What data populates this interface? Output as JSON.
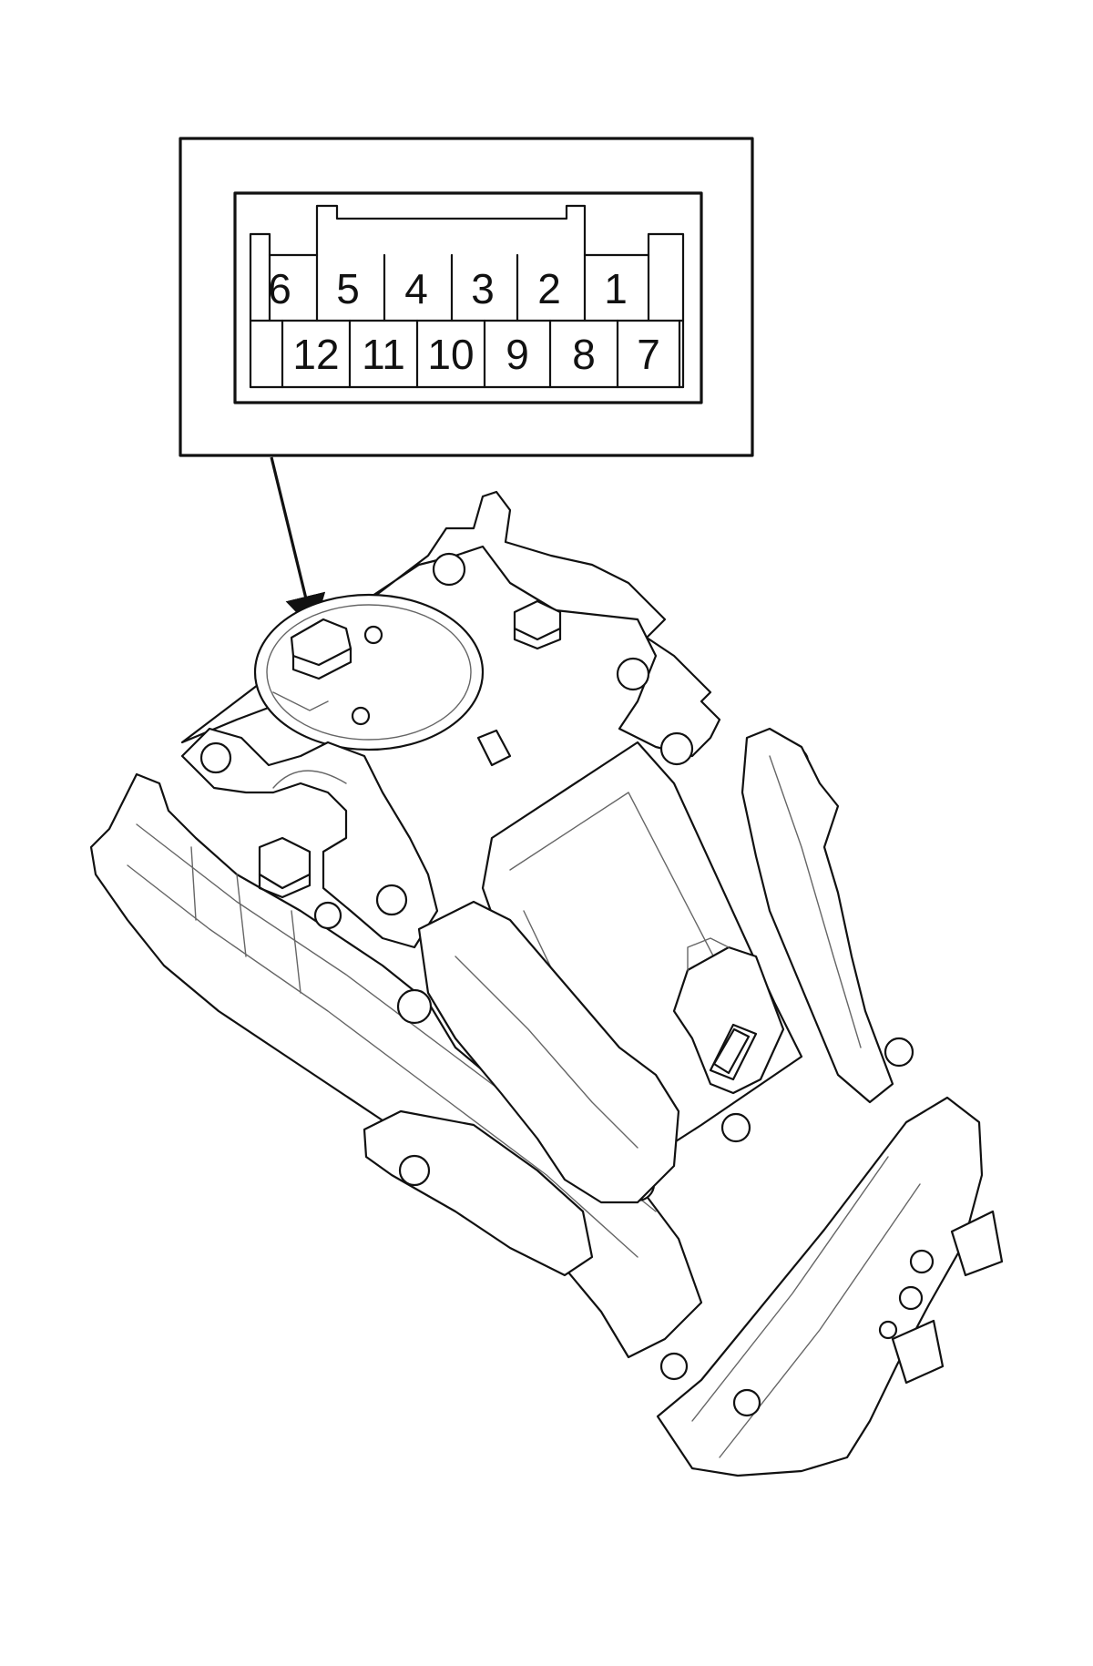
{
  "connector": {
    "top_row": [
      {
        "pin": "6"
      },
      {
        "pin": "5"
      },
      {
        "pin": "4"
      },
      {
        "pin": "3"
      },
      {
        "pin": "2"
      },
      {
        "pin": "1"
      }
    ],
    "bottom_row": [
      {
        "pin": "12"
      },
      {
        "pin": "11"
      },
      {
        "pin": "10"
      },
      {
        "pin": "9"
      },
      {
        "pin": "8"
      },
      {
        "pin": "7"
      }
    ]
  },
  "colors": {
    "line": "#111111",
    "background": "#ffffff"
  },
  "icons": {
    "assembly": "steering-column-switch-assembly",
    "pointer": "leader-arrow"
  }
}
